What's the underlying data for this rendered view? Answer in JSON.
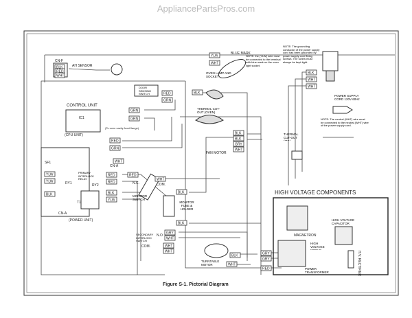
{
  "watermark": "AppliancePartsPros.com",
  "caption": "Figure S-1. Pictorial Diagram",
  "labels": {
    "cn_f": "CN-F",
    "ah_sensor": "AH SENSOR",
    "blue_mark": "BLUE MARK",
    "lamp_note": "NOTE: the (YLW) wire must be connected to the terminal with blue mark on the oven light socket.",
    "oven_lamp": "OVEN LAMP AND SOCKET",
    "ground_note": "NOTE: The grounding conductor of the power supply cord has been grounded by power supply cord fixing screws. The screw must always be kept tight.",
    "power_cord": "POWER SUPPLY CORD 120V 60Hz",
    "neutral_note": "NOTE: The neutral (WHT) wire must be connected to the neutral (WHT) wire of the power supply cord.",
    "door_switch": "DOOR SENSING SWITCH",
    "control_unit": "CONTROL UNIT",
    "ic1": "IC1",
    "cpu_unit": "(CPU UNIT)",
    "flange": "(To oven cavity front flange)",
    "thermal_oven": "THERMAL CUT-OUT (OVEN)",
    "fan_motor": "FAN MOTOR",
    "thermal_mg": "THERMAL CUT-OUT (MG)",
    "cn_a": "CN-A",
    "sf1": "SF1",
    "ry1": "RY1",
    "ry2": "RY2",
    "primary_relay": "PRIMARY INTERLOCK RELAY",
    "t1": "T1",
    "power_unit": "(POWER UNIT)",
    "monitor_switch": "MONITOR SWITCH",
    "nc": "N.C.",
    "no": "N.O.",
    "com": "COM.",
    "monitor_fuse": "MONITOR FUSE & HOLDER",
    "secondary_switch": "SECONDARY INTERLOCK SWITCH",
    "turntable": "TURNTABLE MOTOR",
    "hv_title": "HIGH VOLTAGE COMPONENTS",
    "magnetron": "MAGNETRON",
    "hv_capacitor": "HIGH VOLTAGE CAPACITOR",
    "hv_wire": "HIGH VOLTAGE WIRE B",
    "transformer": "POWER TRANSFORMER",
    "rectifier": "H.V. RECTIFIER"
  },
  "wire_tags": [
    "BLK",
    "RED",
    "WHT",
    "YLW",
    "WHT",
    "BLK",
    "WHT",
    "WHT",
    "RED",
    "GRN",
    "GRN",
    "GRN",
    "BLK",
    "BLK",
    "BLK",
    "GRY",
    "WHT",
    "RED",
    "GRN",
    "WHT",
    "YLW",
    "YLW",
    "BLK",
    "RED",
    "RED",
    "BLK",
    "YLW",
    "RED",
    "WHT",
    "BLK",
    "BLK",
    "GRY",
    "WHT",
    "WHT",
    "WHT",
    "BLK",
    "WHT",
    "GRY",
    "GRY",
    "RED"
  ]
}
